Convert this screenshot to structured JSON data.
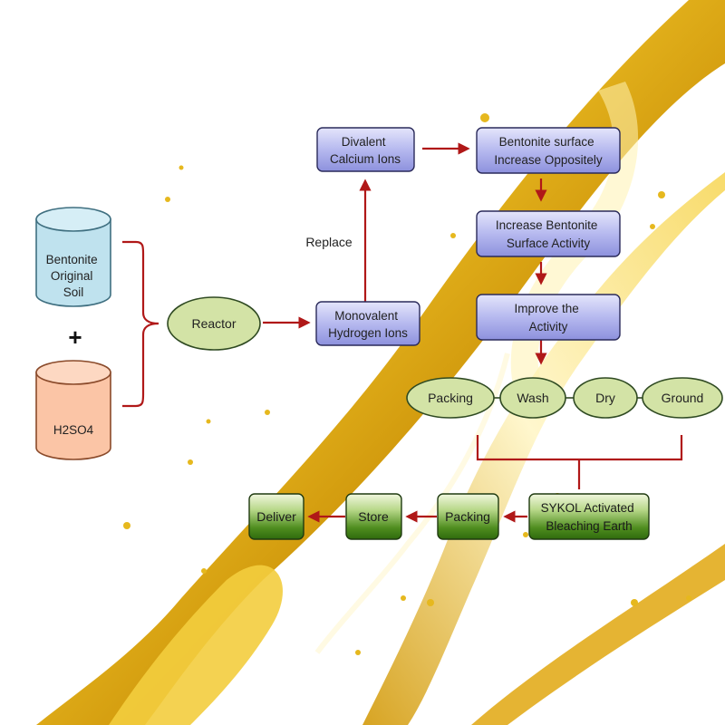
{
  "inputs": {
    "bentonite_lines": [
      "Bentonite",
      "Original",
      "Soil"
    ],
    "plus": "+",
    "acid": "H2SO4"
  },
  "reactor": "Reactor",
  "replace_label": "Replace",
  "monovalent_lines": [
    "Monovalent",
    "Hydrogen Ions"
  ],
  "divalent_lines": [
    "Divalent",
    "Calcium Ions"
  ],
  "surface_lines": [
    "Bentonite surface",
    "Increase Oppositely"
  ],
  "activity_lines": [
    "Increase Bentonite",
    "Surface Activity"
  ],
  "improve_lines": [
    "Improve the",
    "Activity"
  ],
  "process_steps": [
    "Packing",
    "Wash",
    "Dry",
    "Ground"
  ],
  "product_lines": [
    "SYKOL Activated",
    "Bleaching Earth"
  ],
  "output_steps": [
    "Packing",
    "Store",
    "Deliver"
  ],
  "colors": {
    "arrow": "#b01818",
    "cylinder_blue": "#bfe2ee",
    "cylinder_orange": "#fbc5a6",
    "ellipse_green": "#d3e3a6",
    "box_purple": "#aeb1ea",
    "box_green": "#5f9a2a",
    "oil_gold": "#e8b614"
  }
}
